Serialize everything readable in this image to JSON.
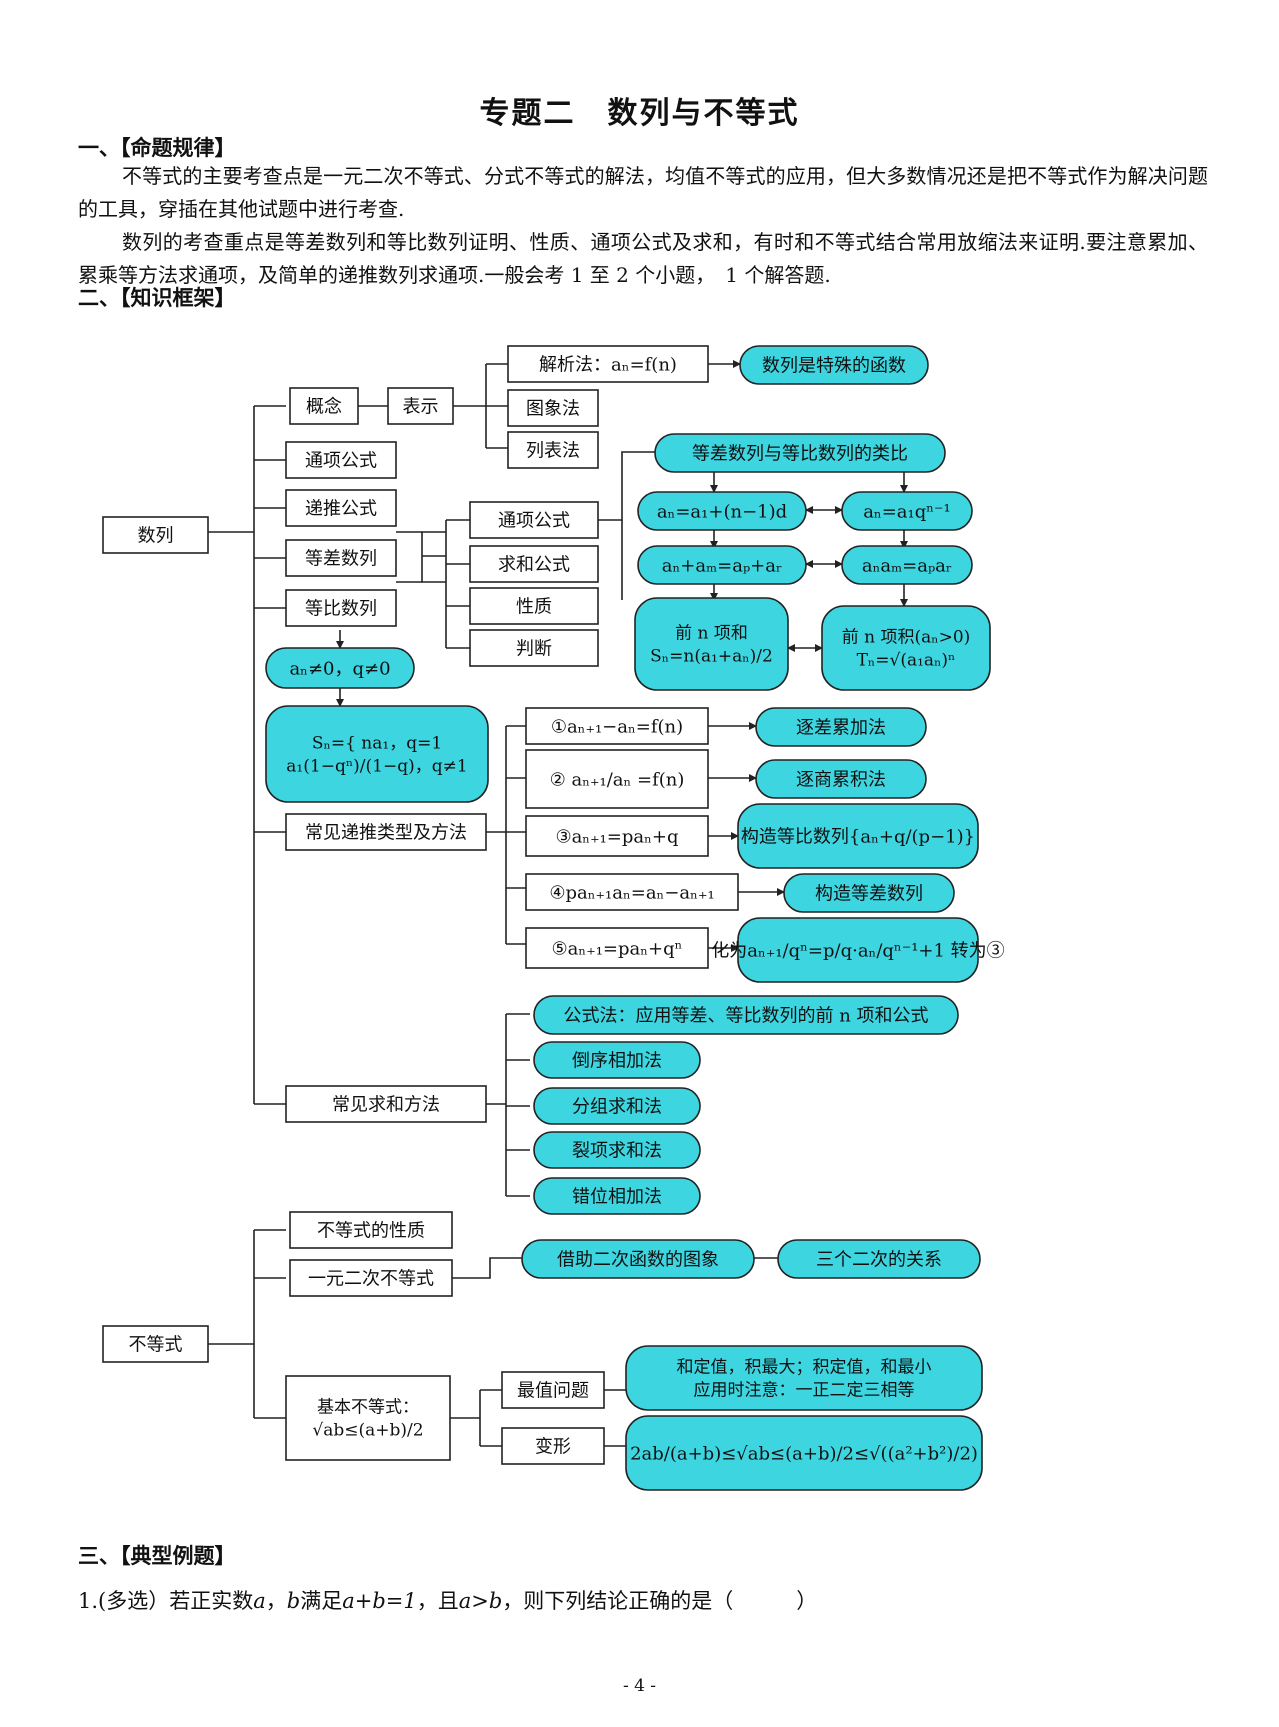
{
  "title": "专题二　数列与不等式",
  "section1": {
    "heading": "一、【命题规律】",
    "paragraphs": [
      "不等式的主要考查点是一元二次不等式、分式不等式的解法，均值不等式的应用，但大多数情况还是把不等式作为解决问题的工具，穿插在其他试题中进行考查.",
      "数列的考查重点是等差数列和等比数列证明、性质、通项公式及求和，有时和不等式结合常用放缩法来证明.要注意累加、累乘等方法求通项，及简单的递推数列求通项.一般会考 1 至 2 个小题，　1 个解答题."
    ]
  },
  "section2": {
    "heading": "二、【知识框架】"
  },
  "diagram": {
    "root_sequence": "数列",
    "root_inequality": "不等式",
    "concept": "概念",
    "representation": "表示",
    "analytic": "解析法：aₙ=f(n)",
    "special_function": "数列是特殊的函数",
    "graph_method": "图象法",
    "table_method": "列表法",
    "general_formula": "通项公式",
    "recursive_formula": "递推公式",
    "arithmetic": "等差数列",
    "geometric": "等比数列",
    "sub_general": "通项公式",
    "sub_sum": "求和公式",
    "sub_property": "性质",
    "sub_judge": "判断",
    "analogy": "等差数列与等比数列的类比",
    "ar_general": "aₙ=a₁+(n−1)d",
    "ge_general": "aₙ=a₁qⁿ⁻¹",
    "ar_prop": "aₙ+aₘ=aₚ+aᵣ",
    "ge_prop": "aₙaₘ=aₚaᵣ",
    "ar_sum_title": "前 n 项和",
    "ar_sum_formula": "Sₙ=n(a₁+aₙ)/2",
    "ge_prod_title": "前 n 项积(aₙ>0)",
    "ge_prod_formula": "Tₙ=√(a₁aₙ)ⁿ",
    "geo_cond": "aₙ≠0，q≠0",
    "geo_sum_line1": "Sₙ={ na₁，q=1",
    "geo_sum_line2": "a₁(1−qⁿ)/(1−q)，q≠1",
    "recurrence_title": "常见递推类型及方法",
    "rec1": "①aₙ₊₁−aₙ=f(n)",
    "rec1_method": "逐差累加法",
    "rec2": "② aₙ₊₁/aₙ =f(n)",
    "rec2_method": "逐商累积法",
    "rec3": "③aₙ₊₁=paₙ+q",
    "rec3_method": "构造等比数列{aₙ+q/(p−1)}",
    "rec4": "④paₙ₊₁aₙ=aₙ−aₙ₊₁",
    "rec4_method": "构造等差数列",
    "rec5": "⑤aₙ₊₁=paₙ+qⁿ",
    "rec5_method": "化为aₙ₊₁/qⁿ=p/q·aₙ/qⁿ⁻¹+1 转为③",
    "sum_title": "常见求和方法",
    "sum1": "公式法：应用等差、等比数列的前 n 项和公式",
    "sum2": "倒序相加法",
    "sum3": "分组求和法",
    "sum4": "裂项求和法",
    "sum5": "错位相加法",
    "ineq_prop": "不等式的性质",
    "ineq_quad": "一元二次不等式",
    "ineq_quad_graph": "借助二次函数的图象",
    "ineq_three": "三个二次的关系",
    "ineq_basic_title": "基本不等式：",
    "ineq_basic_formula": "√ab≤(a+b)/2",
    "ineq_extreme": "最值问题",
    "ineq_extreme_l1": "和定值，积最大；积定值，和最小",
    "ineq_extreme_l2": "应用时注意：一正二定三相等",
    "ineq_transform": "变形",
    "ineq_chain": "2ab/(a+b)≤√ab≤(a+b)/2≤√((a²+b²)/2)"
  },
  "section3": {
    "heading": "三、【典型例题】",
    "q1_a": "1.(多选）若正实数",
    "q1_b": "，",
    "q1_c": "满足",
    "q1_d": "，且",
    "q1_e": "，则下列结论正确的是（　　　）",
    "var_a": "a",
    "var_b": "b",
    "eq1": "a+b=1",
    "eq2": "a>b"
  },
  "footer": "- 4 -",
  "colors": {
    "accent": "#3DD5E0"
  }
}
